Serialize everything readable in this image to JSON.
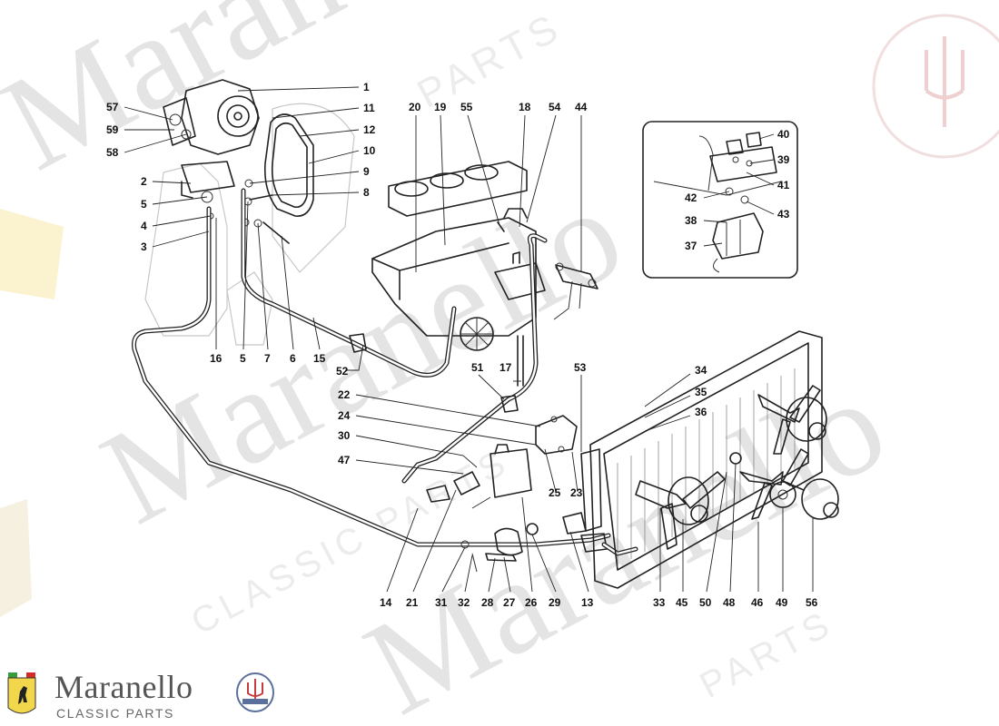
{
  "watermark": {
    "brand": "Maranello",
    "tagline": "CLASSIC PARTS",
    "parts": "PARTS"
  },
  "footer": {
    "brand_name": "Maranello",
    "brand_sub": "CLASSIC PARTS",
    "flag_icon": "ferrari-shield-icon",
    "seal_icon": "maserati-trident-icon"
  },
  "colors": {
    "line": "#222222",
    "watermark": "#e4e4e4",
    "brand_text": "#555555",
    "shield_yellow": "#f2d64b"
  },
  "callouts": [
    {
      "id": "1",
      "label": "1"
    },
    {
      "id": "11",
      "label": "11"
    },
    {
      "id": "12",
      "label": "12"
    },
    {
      "id": "10",
      "label": "10"
    },
    {
      "id": "9",
      "label": "9"
    },
    {
      "id": "8",
      "label": "8"
    },
    {
      "id": "57",
      "label": "57"
    },
    {
      "id": "59",
      "label": "59"
    },
    {
      "id": "58",
      "label": "58"
    },
    {
      "id": "2",
      "label": "2"
    },
    {
      "id": "5a",
      "label": "5"
    },
    {
      "id": "4",
      "label": "4"
    },
    {
      "id": "3",
      "label": "3"
    },
    {
      "id": "16",
      "label": "16"
    },
    {
      "id": "5b",
      "label": "5"
    },
    {
      "id": "7",
      "label": "7"
    },
    {
      "id": "6",
      "label": "6"
    },
    {
      "id": "15",
      "label": "15"
    },
    {
      "id": "20",
      "label": "20"
    },
    {
      "id": "19",
      "label": "19"
    },
    {
      "id": "55",
      "label": "55"
    },
    {
      "id": "18",
      "label": "18"
    },
    {
      "id": "54",
      "label": "54"
    },
    {
      "id": "44",
      "label": "44"
    },
    {
      "id": "52",
      "label": "52"
    },
    {
      "id": "51",
      "label": "51"
    },
    {
      "id": "17",
      "label": "17"
    },
    {
      "id": "53",
      "label": "53"
    },
    {
      "id": "22",
      "label": "22"
    },
    {
      "id": "24",
      "label": "24"
    },
    {
      "id": "30",
      "label": "30"
    },
    {
      "id": "47",
      "label": "47"
    },
    {
      "id": "25",
      "label": "25"
    },
    {
      "id": "23",
      "label": "23"
    },
    {
      "id": "34",
      "label": "34"
    },
    {
      "id": "35",
      "label": "35"
    },
    {
      "id": "36",
      "label": "36"
    },
    {
      "id": "40",
      "label": "40"
    },
    {
      "id": "39",
      "label": "39"
    },
    {
      "id": "41",
      "label": "41"
    },
    {
      "id": "42",
      "label": "42"
    },
    {
      "id": "43",
      "label": "43"
    },
    {
      "id": "38",
      "label": "38"
    },
    {
      "id": "37",
      "label": "37"
    },
    {
      "id": "14",
      "label": "14"
    },
    {
      "id": "21",
      "label": "21"
    },
    {
      "id": "31",
      "label": "31"
    },
    {
      "id": "32",
      "label": "32"
    },
    {
      "id": "28",
      "label": "28"
    },
    {
      "id": "27",
      "label": "27"
    },
    {
      "id": "26",
      "label": "26"
    },
    {
      "id": "29",
      "label": "29"
    },
    {
      "id": "13",
      "label": "13"
    },
    {
      "id": "33",
      "label": "33"
    },
    {
      "id": "45",
      "label": "45"
    },
    {
      "id": "50",
      "label": "50"
    },
    {
      "id": "48",
      "label": "48"
    },
    {
      "id": "46",
      "label": "46"
    },
    {
      "id": "49",
      "label": "49"
    },
    {
      "id": "56",
      "label": "56"
    }
  ]
}
